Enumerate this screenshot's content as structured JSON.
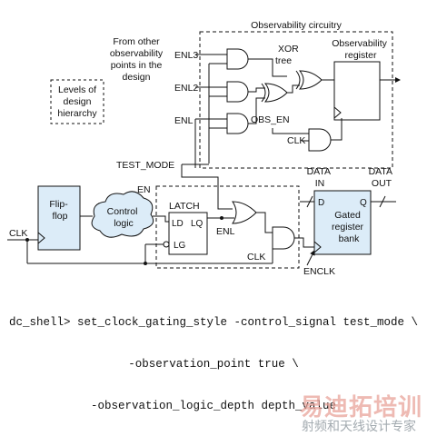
{
  "diagram": {
    "observability_circuitry": "Observability circuitry",
    "from_other_lines": [
      "From other",
      "observability",
      "points in the",
      "design"
    ],
    "levels_lines": [
      "Levels of",
      "design",
      "hierarchy"
    ],
    "enl3": "ENL3",
    "enl2": "ENL2",
    "enl": "ENL",
    "xor_lines": [
      "XOR",
      "tree"
    ],
    "obs_register_lines": [
      "Observability",
      "register"
    ],
    "obs_en": "OBS_EN",
    "clk_obs": "CLK",
    "test_mode": "TEST_MODE",
    "flipflop_lines": [
      "Flip-",
      "flop"
    ],
    "control_logic_lines": [
      "Control",
      "logic"
    ],
    "en": "EN",
    "latch": "LATCH",
    "ld": "LD",
    "lq": "LQ",
    "lg": "LG",
    "clk_in": "CLK",
    "enl_bottom": "ENL",
    "clk_bottom": "CLK",
    "enclk": "ENCLK",
    "data_in_lines": [
      "DATA",
      "IN"
    ],
    "data_out_lines": [
      "DATA",
      "OUT"
    ],
    "d": "D",
    "q": "Q",
    "gated_lines": [
      "Gated",
      "register",
      "bank"
    ]
  },
  "command": {
    "line1": "dc_shell> set_clock_gating_style -control_signal test_mode \\",
    "line2": "-observation_point true \\",
    "line3": "-observation_logic_depth depth_value"
  },
  "watermark": {
    "main": "易迪拓培训",
    "sub": "射频和天线设计专家"
  }
}
